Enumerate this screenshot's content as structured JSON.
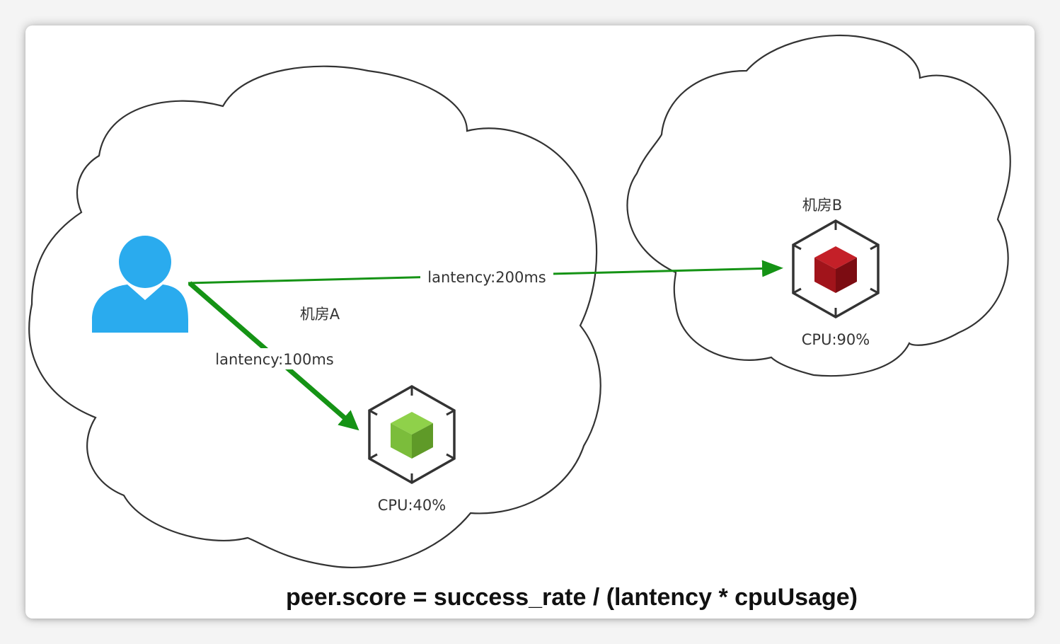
{
  "nodes": {
    "room_a": {
      "label": "机房A",
      "cpu_label": "CPU:40%",
      "cube_color": "#7bbd3b"
    },
    "room_b": {
      "label": "机房B",
      "cpu_label": "CPU:90%",
      "cube_color": "#a1141b"
    }
  },
  "edges": {
    "to_room_a": {
      "label": "lantency:100ms"
    },
    "to_room_b": {
      "label": "lantency:200ms"
    }
  },
  "formula": "peer.score = success_rate / (lantency * cpuUsage)",
  "colors": {
    "user": "#2aabee",
    "arrow": "#159315",
    "cloud_stroke": "#333333"
  },
  "icons": [
    "user-icon",
    "cloud-shape",
    "server-cube-icon"
  ]
}
